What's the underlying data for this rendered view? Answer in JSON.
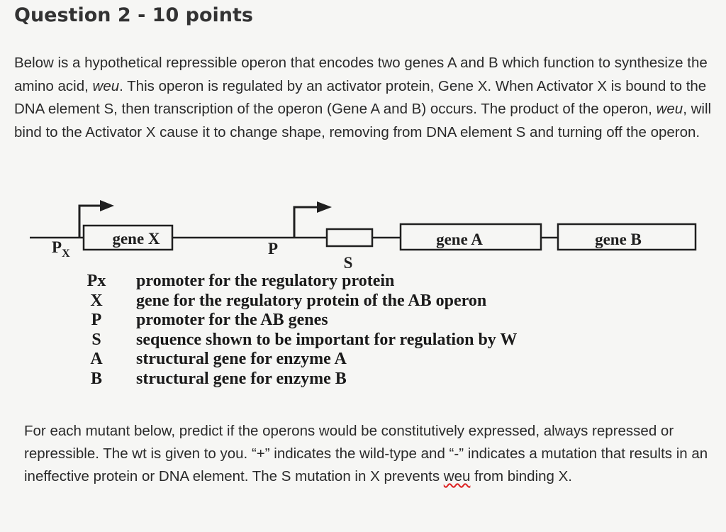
{
  "title": "Question 2 - 10 points",
  "intro": {
    "part1": "Below is a hypothetical repressible operon that encodes two genes A and B which function to synthesize the amino acid, ",
    "weu_1": "weu",
    "part2": ". This operon is regulated by an activator protein, Gene X. When Activator X is bound to the DNA element S, then transcription of the operon (Gene A and B) occurs. The product of the operon, ",
    "weu_2": "weu",
    "part3": ", will bind to the Activator X cause it to change shape, removing from DNA element S and turning off the operon."
  },
  "diagram": {
    "px_label": "P",
    "px_sub": "X",
    "gene_x": "gene X",
    "p_label": "P",
    "s_label": "S",
    "gene_a": "gene A",
    "gene_b": "gene B"
  },
  "legend": [
    {
      "symbol": "Px",
      "description": "promoter for the regulatory protein"
    },
    {
      "symbol": "X",
      "description": "gene for the regulatory protein of the AB operon"
    },
    {
      "symbol": "P",
      "description": "promoter for the AB genes"
    },
    {
      "symbol": "S",
      "description": "sequence shown to be important for regulation by W"
    },
    {
      "symbol": "A",
      "description": "structural gene for enzyme A"
    },
    {
      "symbol": "B",
      "description": "structural gene for enzyme B"
    }
  ],
  "instructions": {
    "part1": "For each mutant below, predict if the operons would be constitutively expressed, always repressed or repressible. The wt is given to you. “+” indicates the wild-type and “-” indicates a mutation that results in an ineffective protein or DNA element. The S mutation in X prevents ",
    "weu": "weu",
    "part2": " from binding X."
  }
}
